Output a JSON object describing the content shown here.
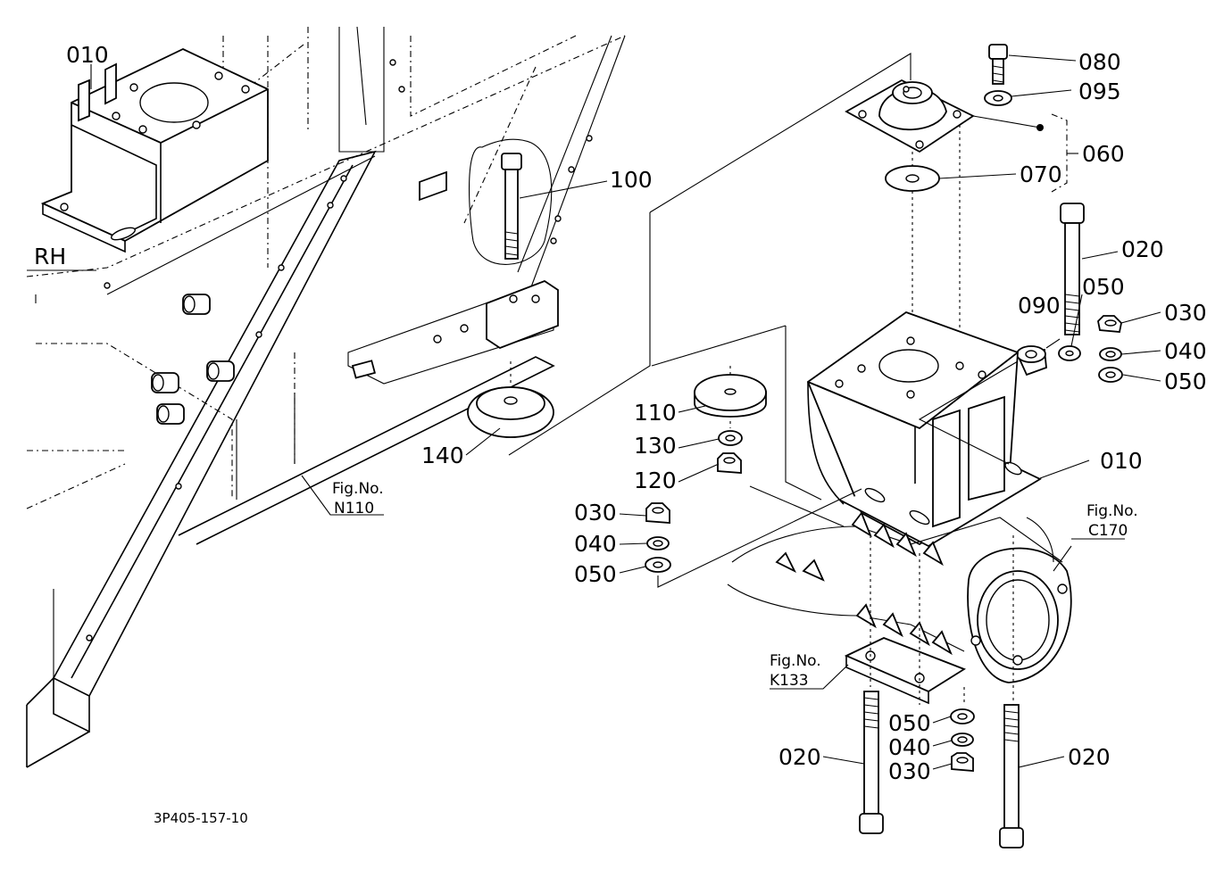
{
  "part_labels": [
    {
      "id": "010",
      "text": "010"
    },
    {
      "id": "rh",
      "text": "RH"
    },
    {
      "id": "100",
      "text": "100"
    },
    {
      "id": "140",
      "text": "140"
    },
    {
      "id": "080",
      "text": "080"
    },
    {
      "id": "095",
      "text": "095"
    },
    {
      "id": "060",
      "text": "060"
    },
    {
      "id": "070",
      "text": "070"
    },
    {
      "id": "020",
      "text": "020"
    },
    {
      "id": "090",
      "text": "090"
    },
    {
      "id": "050",
      "text": "050"
    },
    {
      "id": "030",
      "text": "030"
    },
    {
      "id": "040",
      "text": "040"
    },
    {
      "id": "110",
      "text": "110"
    },
    {
      "id": "130",
      "text": "130"
    },
    {
      "id": "120",
      "text": "120"
    }
  ],
  "figure_refs": {
    "fig_prefix": "Fig.No.",
    "n110": "N110",
    "c170": "C170",
    "k133": "K133"
  },
  "drawing_code": "3P405-157-10"
}
